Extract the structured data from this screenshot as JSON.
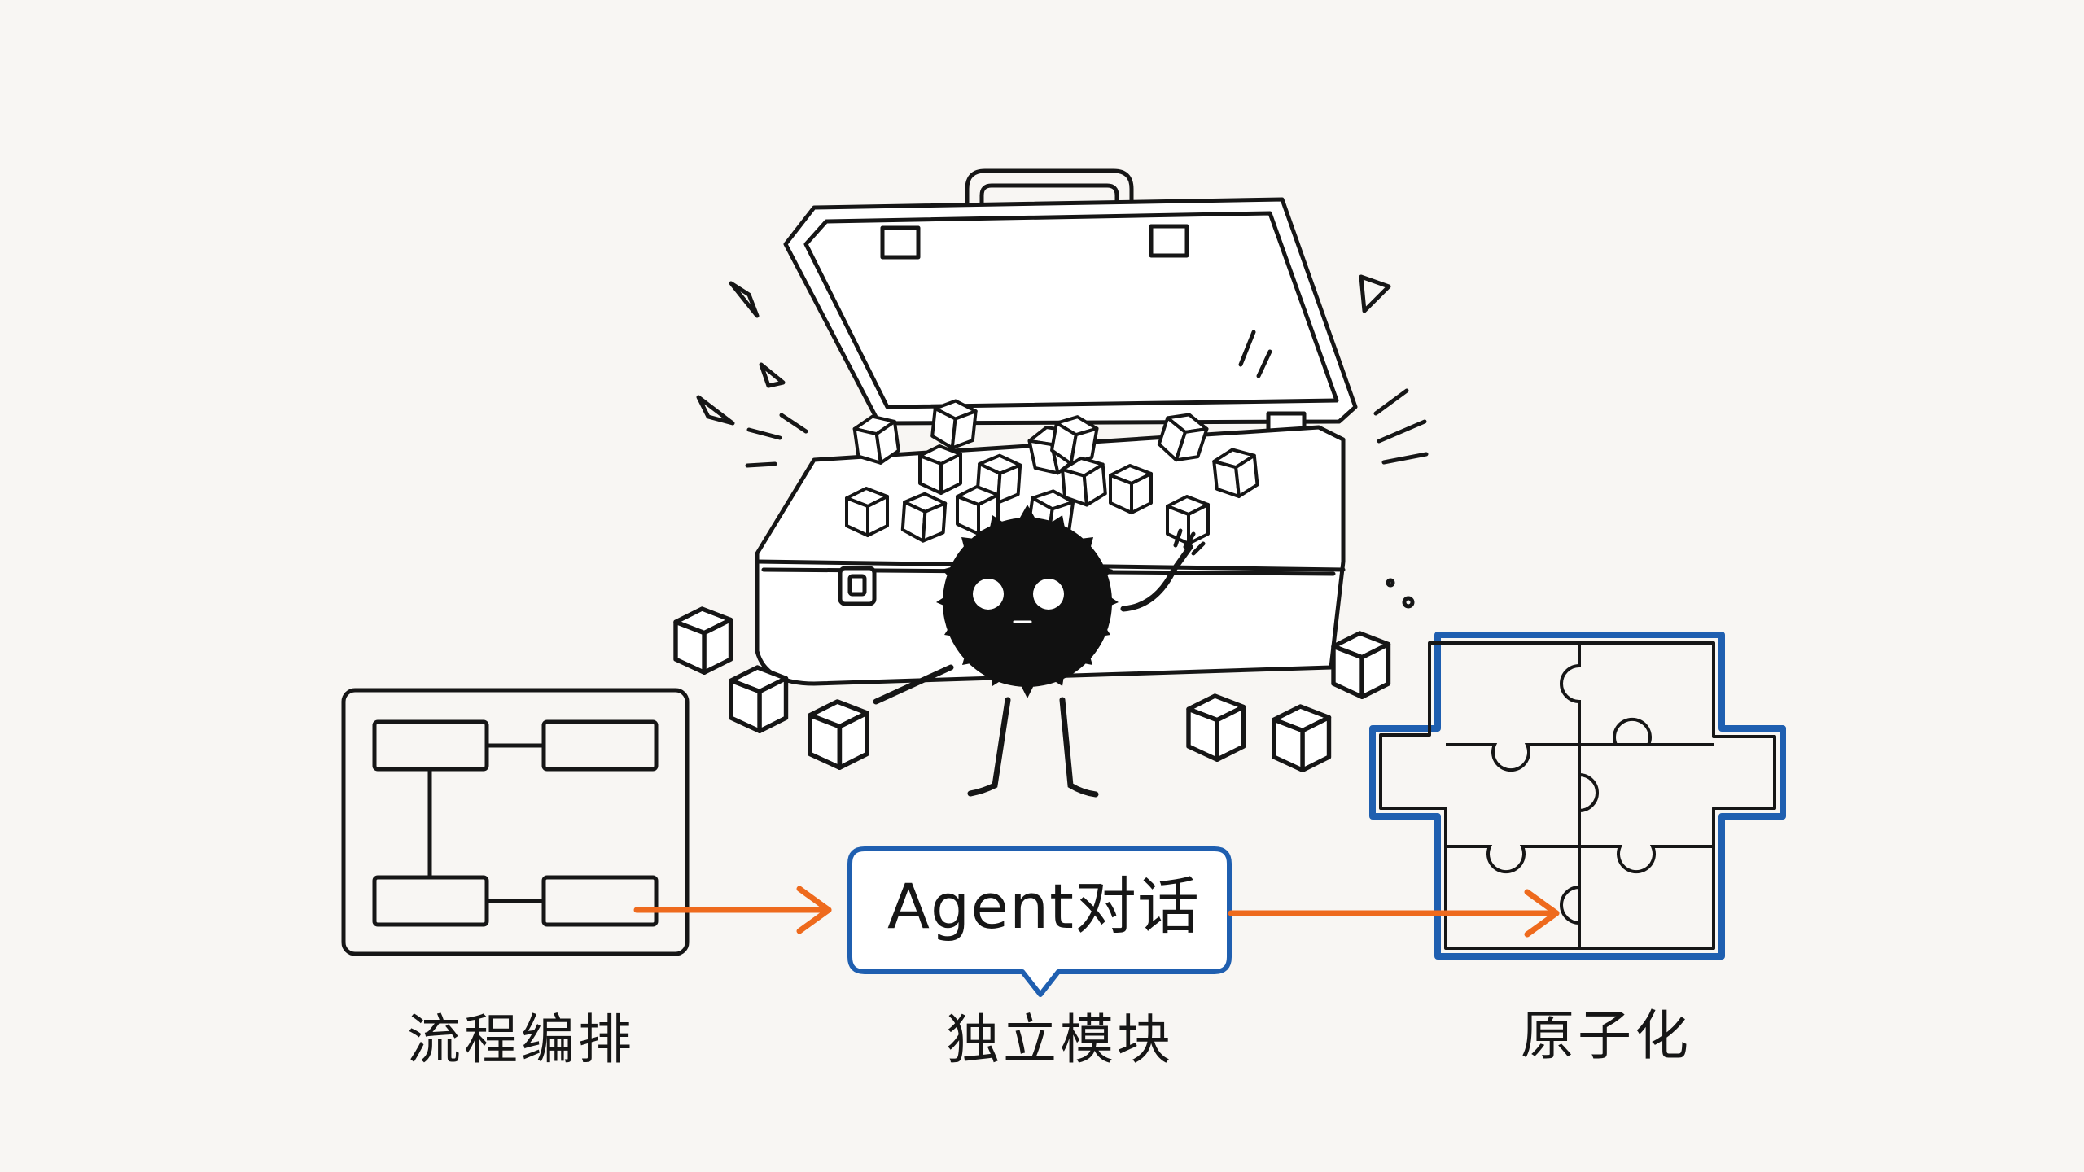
{
  "labels": {
    "workflow": "流程编排",
    "independent_module": "独立模块",
    "atomic": "原子化"
  },
  "bubble": {
    "text": "Agent对话"
  },
  "colors": {
    "background": "#f8f6f3",
    "ink": "#161616",
    "accent_blue": "#1f5fb0",
    "arrow_orange": "#ee6a1d"
  },
  "icons": [
    "toolbox-icon",
    "soot-sprite-character",
    "flowchart-icon",
    "puzzle-icon",
    "arrow-icon",
    "speech-bubble-icon"
  ]
}
